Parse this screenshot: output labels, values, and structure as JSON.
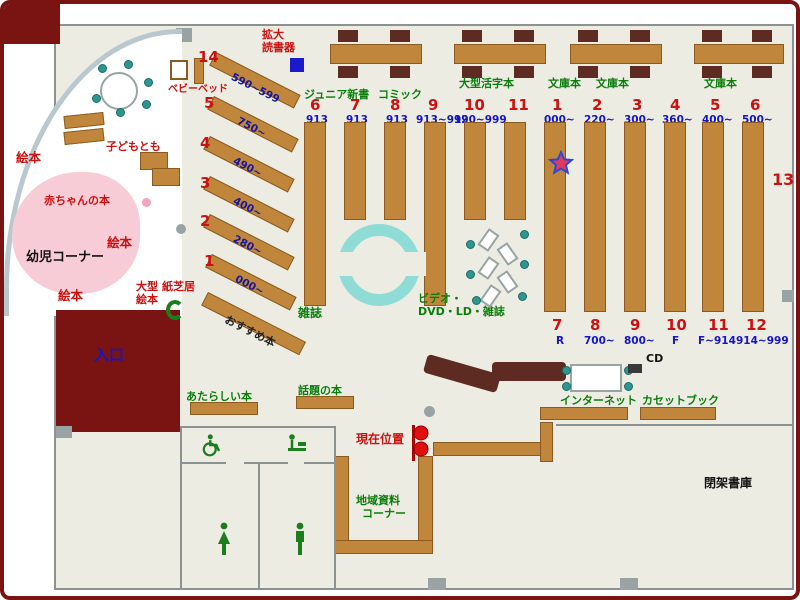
{
  "colors": {
    "exterior": "#7a1412",
    "floor": "#edece3",
    "shelf_brown": "#c0873c",
    "seat_dark_brown": "#5d2b22",
    "chair_teal": "#2e9690",
    "rack_cyan": "#8fdcd7",
    "baby_area_pink": "#f8ccd6",
    "red_text": "#cc1111",
    "green_text": "#0b7d0b",
    "blue_text": "#1414c8",
    "entrance_blue": "#1515cc"
  },
  "entrance_label": "入口",
  "children_corner": {
    "title": "幼児コーナー",
    "baby_books": "赤ちゃんの本",
    "picture_book_a": "絵本",
    "picture_book_b": "絵本",
    "picture_book_c": "絵本",
    "large_picture_line1": "大型",
    "large_picture_line2": "絵本",
    "kamishibai": "紙芝居",
    "baby_bed": "ベビーベッド",
    "kodomo_tomo": "子どもとも"
  },
  "magnifier": {
    "line1": "拡大",
    "line2": "読書器"
  },
  "diagonal_shelves": {
    "items": [
      {
        "num": "14",
        "range": "590~599"
      },
      {
        "num": "5",
        "range": "750~"
      },
      {
        "num": "4",
        "range": "490~"
      },
      {
        "num": "3",
        "range": "400~"
      },
      {
        "num": "2",
        "range": "280~"
      },
      {
        "num": "1",
        "range": "000~"
      }
    ],
    "recommended": "おすすめ本"
  },
  "section_labels": {
    "junior_shinsho": "ジュニア新書",
    "comic": "コミック",
    "large_print": "大型活字本",
    "bunko_a": "文庫本",
    "bunko_b": "文庫本",
    "bunko_c": "文庫本"
  },
  "left_stacks": {
    "numbers": [
      "6",
      "7",
      "8",
      "9",
      "10",
      "11"
    ],
    "ranges": [
      "913",
      "913",
      "913",
      "913~919",
      "920~999",
      ""
    ]
  },
  "right_stacks": {
    "top_numbers": [
      "1",
      "2",
      "3",
      "4",
      "5",
      "6"
    ],
    "top_ranges": [
      "000~",
      "220~",
      "300~",
      "360~",
      "400~",
      "500~"
    ],
    "bottom_numbers": [
      "7",
      "8",
      "9",
      "10",
      "11",
      "12"
    ],
    "bottom_ranges": [
      "R",
      "700~",
      "800~",
      "F",
      "F~914",
      "914~999"
    ]
  },
  "wall_shelf_number": "13",
  "center_area": {
    "magazines": "雑誌",
    "video_line1": "ビデオ・",
    "video_line2": "DVD・LD・雑誌"
  },
  "south_area": {
    "new_books": "あたらしい本",
    "topic_books": "話題の本",
    "current_location": "現在位置",
    "cd_label": "CD",
    "internet": "インターネット",
    "cassette_book": "カセットブック",
    "local_line1": "地域資料",
    "local_line2": "コーナー",
    "closed_stacks": "閉架書庫"
  }
}
